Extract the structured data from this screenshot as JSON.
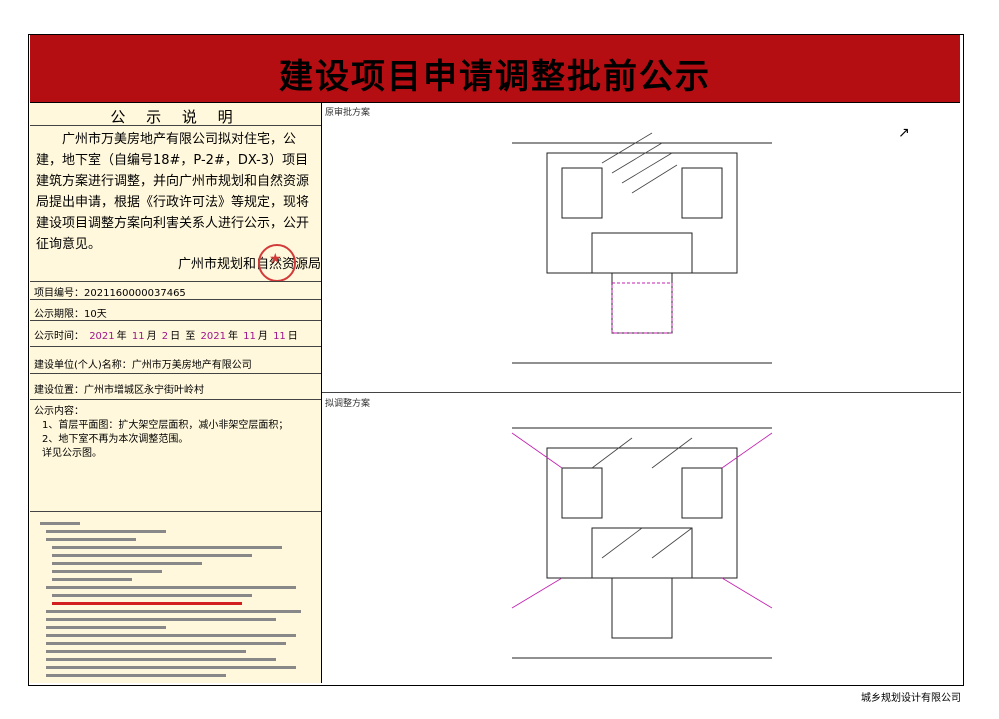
{
  "banner": {
    "title": "建设项目申请调整批前公示"
  },
  "notice": {
    "heading": "公 示 说 明",
    "body": "广州市万美房地产有限公司拟对住宅，公建，地下室（自编号18#，P-2#，DX-3）项目建筑方案进行调整，并向广州市规划和自然资源局提出申请，根据《行政许可法》等规定，现将建设项目调整方案向利害关系人进行公示，公开征询意见。",
    "issuer": "广州市规划和自然资源局"
  },
  "fields": {
    "project_no_label": "项目编号：",
    "project_no": "2021160000037465",
    "period_label": "公示期限：",
    "period": "10天",
    "time_label": "公示时间：",
    "time_parts": [
      "2021",
      "年",
      "11",
      "月",
      "2",
      "日",
      "至",
      "2021",
      "年",
      "11",
      "月",
      "11",
      "日"
    ],
    "unit_label": "建设单位(个人)名称：",
    "unit": "广州市万美房地产有限公司",
    "location_label": "建设位置：",
    "location": "广州市增城区永宁街叶岭村",
    "content_label": "公示内容：",
    "content_items": [
      "1、首层平面图：扩大架空层面积，减小非架空层面积；",
      "2、地下室不再为本次调整范围。",
      "详见公示图。"
    ]
  },
  "plans": {
    "original_label": "原审批方案",
    "adjusted_label": "拟调整方案"
  },
  "footer": {
    "company": "城乡规划设计有限公司"
  },
  "colors": {
    "banner": "#b50e12",
    "panel": "#fff8dc",
    "highlight": "#a0148c"
  }
}
